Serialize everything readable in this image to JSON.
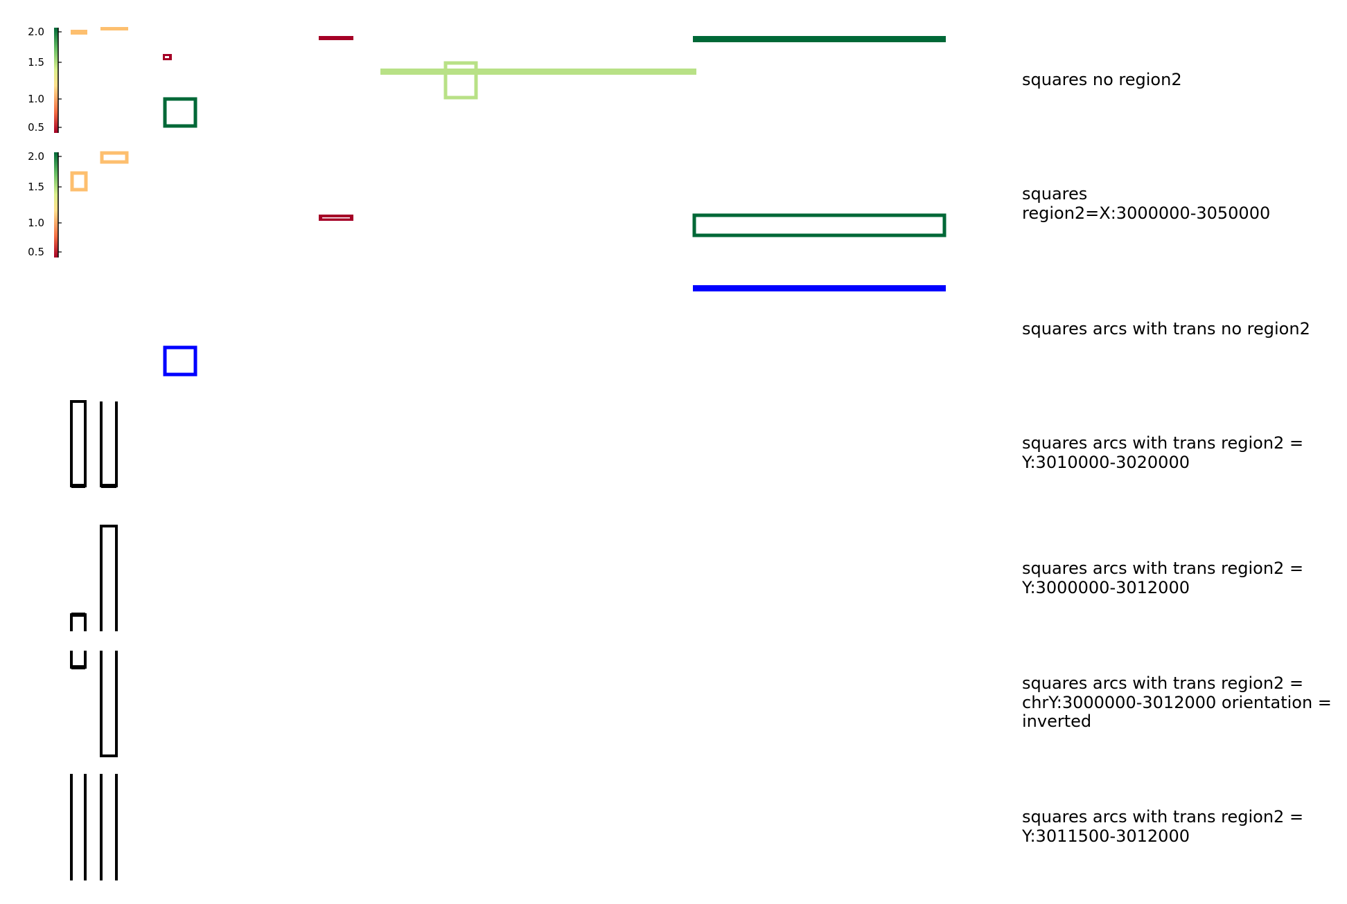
{
  "colorbar": {
    "ticks": [
      "2.0",
      "1.5",
      "1.0",
      "0.5"
    ],
    "colors": [
      "#a50026",
      "#f46d43",
      "#fee08b",
      "#d9ef8b",
      "#66bd63",
      "#006837"
    ]
  },
  "colors": {
    "dark_red": "#a50026",
    "orange": "#fdbf6f",
    "dark_green": "#006837",
    "light_green": "#b8e186",
    "blue": "#0000ff",
    "black": "#000000"
  },
  "tracks": [
    {
      "id": "squares-no-region2",
      "label_lines": [
        "squares no region2"
      ]
    },
    {
      "id": "squares-region2",
      "label_lines": [
        "squares",
        "region2=X:3000000-3050000"
      ]
    },
    {
      "id": "squares-arcs-trans-no-region2",
      "label_lines": [
        "squares arcs with trans no region2"
      ]
    },
    {
      "id": "squares-arcs-trans-y3010000",
      "label_lines": [
        "squares arcs with trans region2 =",
        "Y:3010000-3020000"
      ]
    },
    {
      "id": "squares-arcs-trans-y3000000",
      "label_lines": [
        "squares arcs with trans region2 =",
        "Y:3000000-3012000"
      ]
    },
    {
      "id": "squares-arcs-trans-chrY-inverted",
      "label_lines": [
        "squares arcs with trans region2 =",
        "chrY:3000000-3012000 orientation =",
        "inverted"
      ]
    },
    {
      "id": "squares-arcs-trans-y3011500",
      "label_lines": [
        "squares arcs with trans region2 =",
        "Y:3011500-3012000"
      ]
    }
  ]
}
